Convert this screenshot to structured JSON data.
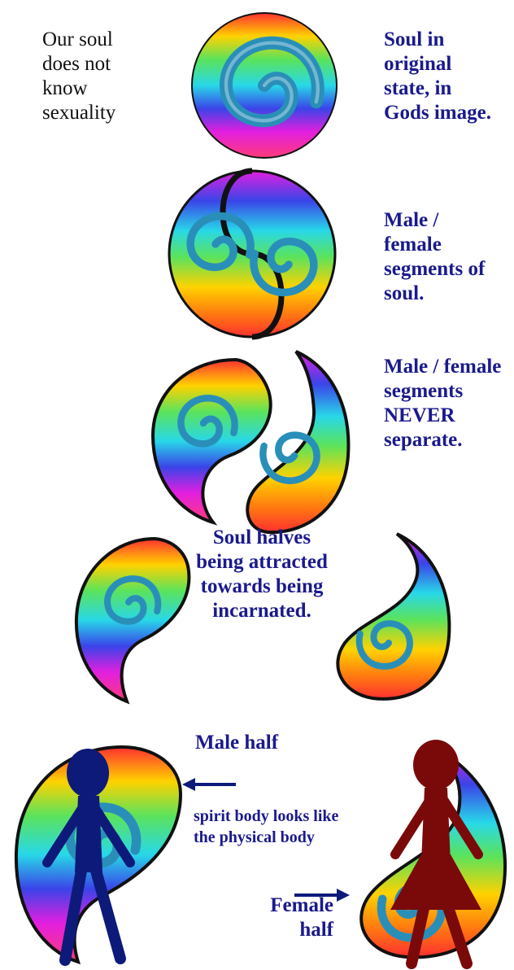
{
  "labels": {
    "soul_no_sexuality": "Our soul does not know sexuality",
    "soul_original": "Soul in original state, in Gods image.",
    "segments": "Male / female segments of soul.",
    "never_separate": "Male / female segments NEVER separate.",
    "halves_attracted": "Soul halves being attracted towards being incarnated.",
    "male_half": "Male half",
    "spirit_body": "spirit body looks like the physical body",
    "female_half": "Female half"
  },
  "colors": {
    "label_text": "#1a1a8c",
    "spiral": "#2a8fb8",
    "outline": "#111111",
    "male_figure": "#0d1a7a",
    "female_figure": "#7a0a0a",
    "arrow": "#0d1a7a"
  }
}
